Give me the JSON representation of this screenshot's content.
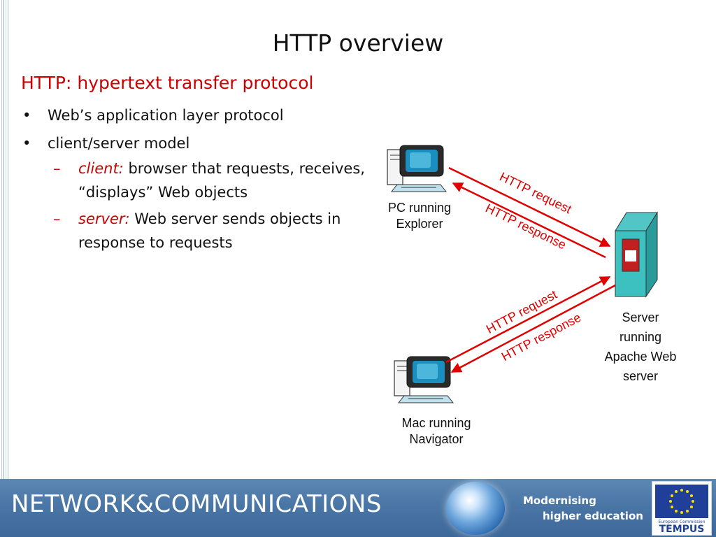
{
  "slide": {
    "title": "HTTP overview",
    "subtitle": "HTTP: hypertext transfer protocol",
    "bullets": [
      {
        "bullet": "•",
        "text": "Web’s application layer protocol"
      },
      {
        "bullet": "•",
        "text": "client/server model"
      }
    ],
    "subbullets": [
      {
        "dash": "–",
        "term": "client:",
        "text": " browser that requests, receives, “displays” Web objects"
      },
      {
        "dash": "–",
        "term": "server:",
        "text": " Web server sends objects in response to requests"
      }
    ]
  },
  "diagram": {
    "pc_label_1": "PC running",
    "pc_label_2": "Explorer",
    "mac_label_1": "Mac running",
    "mac_label_2": "Navigator",
    "server_label_1": "Server",
    "server_label_2": "running",
    "server_label_3": "Apache Web",
    "server_label_4": "server",
    "arrow_color": "#e00000",
    "pc_request": "HTTP request",
    "pc_response": "HTTP response",
    "mac_request": "HTTP request",
    "mac_response": "HTTP response",
    "icons": [
      "computer-icon",
      "computer-icon",
      "server-icon"
    ]
  },
  "footer": {
    "title": "NETWORK&COMMUNICATIONS",
    "modernising": "Modernising",
    "higher_education": "higher education",
    "ec_text": "European Commission",
    "tempus": "TEMPUS",
    "bg_color": "#4a76a6"
  }
}
